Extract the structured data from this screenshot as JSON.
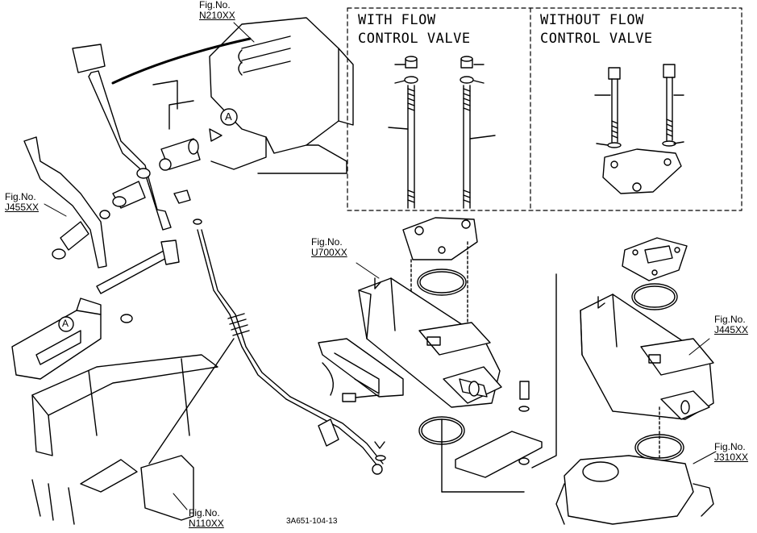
{
  "figure_refs": {
    "n210": {
      "prefix": "Fig.No.",
      "number": "N210XX"
    },
    "j455": {
      "prefix": "Fig.No.",
      "number": "J455XX"
    },
    "u700": {
      "prefix": "Fig.No.",
      "number": "U700XX"
    },
    "j445": {
      "prefix": "Fig.No.",
      "number": "J445XX"
    },
    "j310": {
      "prefix": "Fig.No.",
      "number": "J310XX"
    },
    "n110": {
      "prefix": "Fig.No.",
      "number": "N110XX"
    }
  },
  "insets": {
    "with_flow": {
      "line1": "WITH FLOW",
      "line2": "CONTROL VALVE"
    },
    "without_flow": {
      "line1": "WITHOUT FLOW",
      "line2": "CONTROL VALVE"
    }
  },
  "callouts": {
    "a1": "A",
    "a2": "A"
  },
  "drawing_code": "3A651-104-13"
}
